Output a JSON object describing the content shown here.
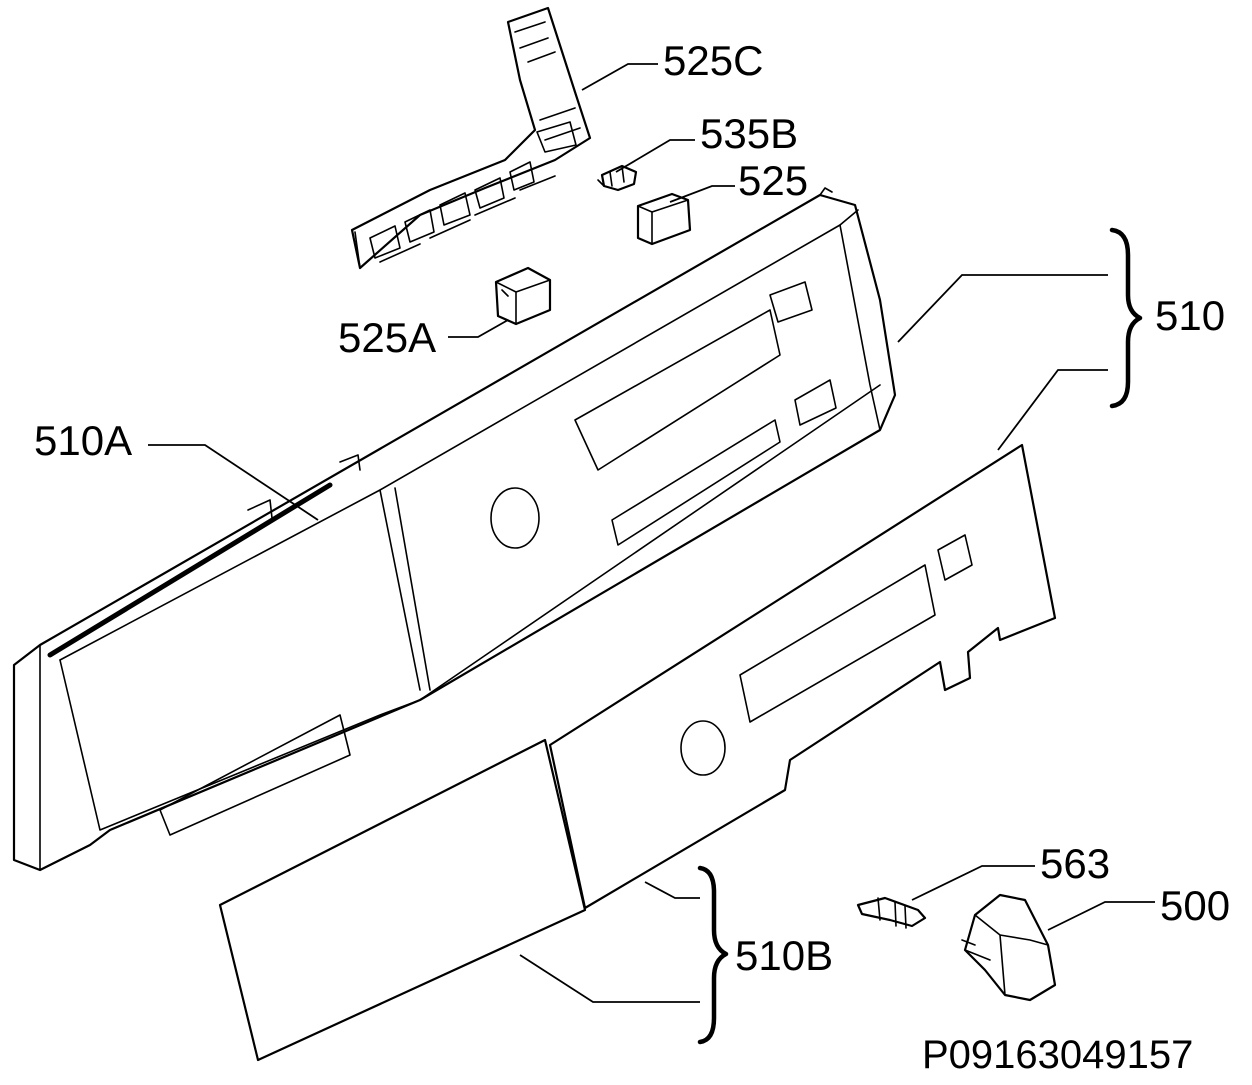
{
  "labels": {
    "l525c": "525C",
    "l535b": "535B",
    "l525": "525",
    "l510": "510",
    "l525a": "525A",
    "l510a": "510A",
    "l510b": "510B",
    "l563": "563",
    "l500": "500"
  },
  "reference_code": "P09163049157"
}
